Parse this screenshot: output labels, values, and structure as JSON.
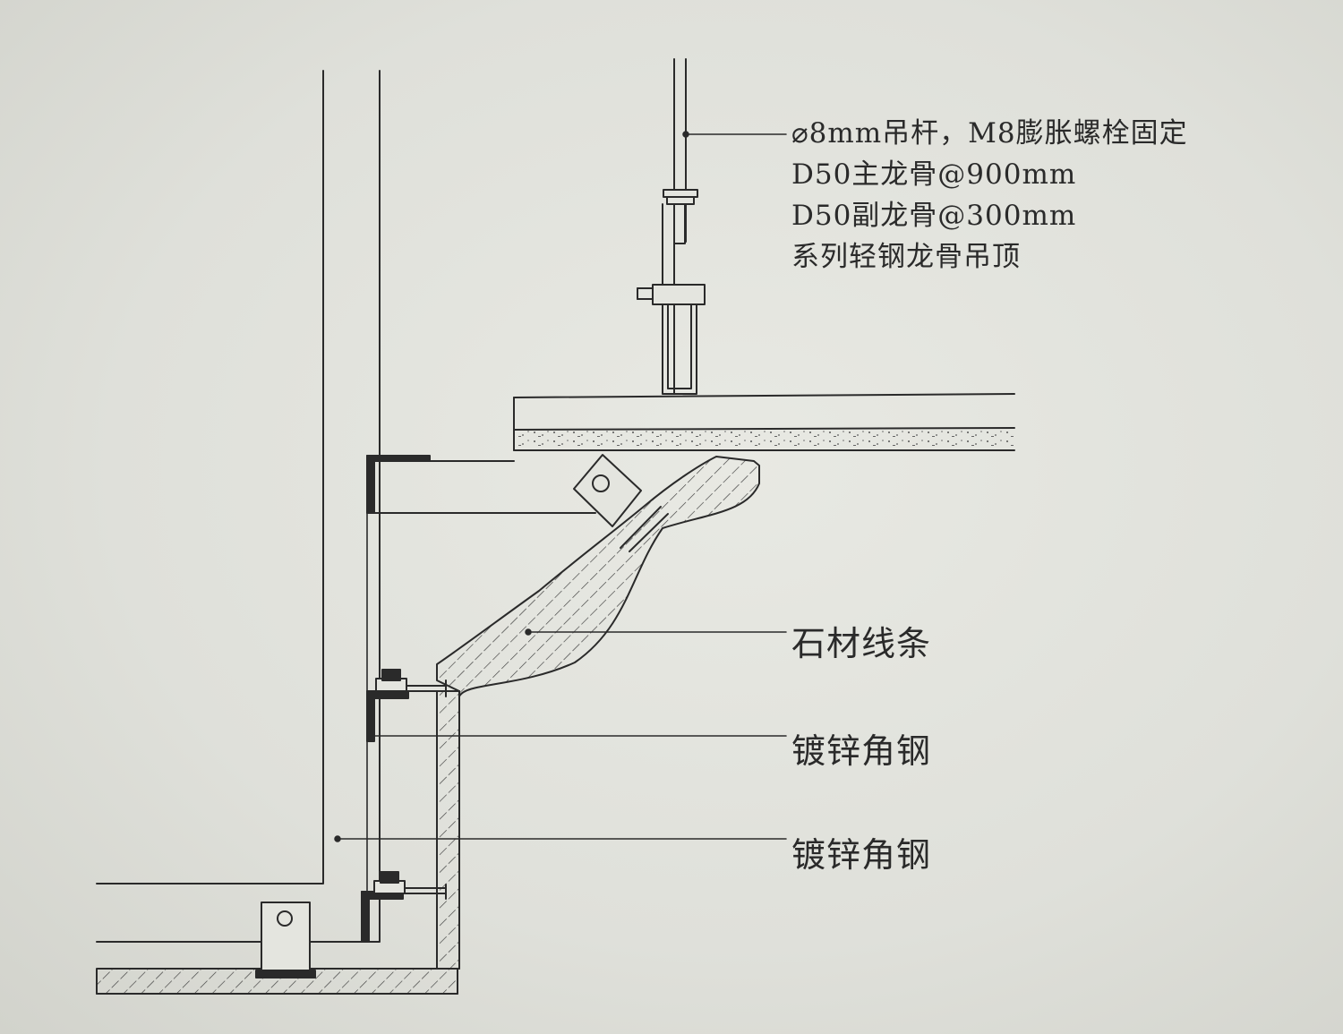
{
  "annotations": {
    "hanger_lines": [
      "⌀8mm吊杆，M8膨胀螺栓固定",
      "D50主龙骨@900mm",
      "D50副龙骨@300mm",
      "系列轻钢龙骨吊顶"
    ],
    "stone_molding": "石材线条",
    "angle_steel_upper": "镀锌角钢",
    "angle_steel_lower": "镀锌角钢"
  },
  "colors": {
    "paper": "#dedfd9",
    "ink": "#2a2a2a"
  }
}
